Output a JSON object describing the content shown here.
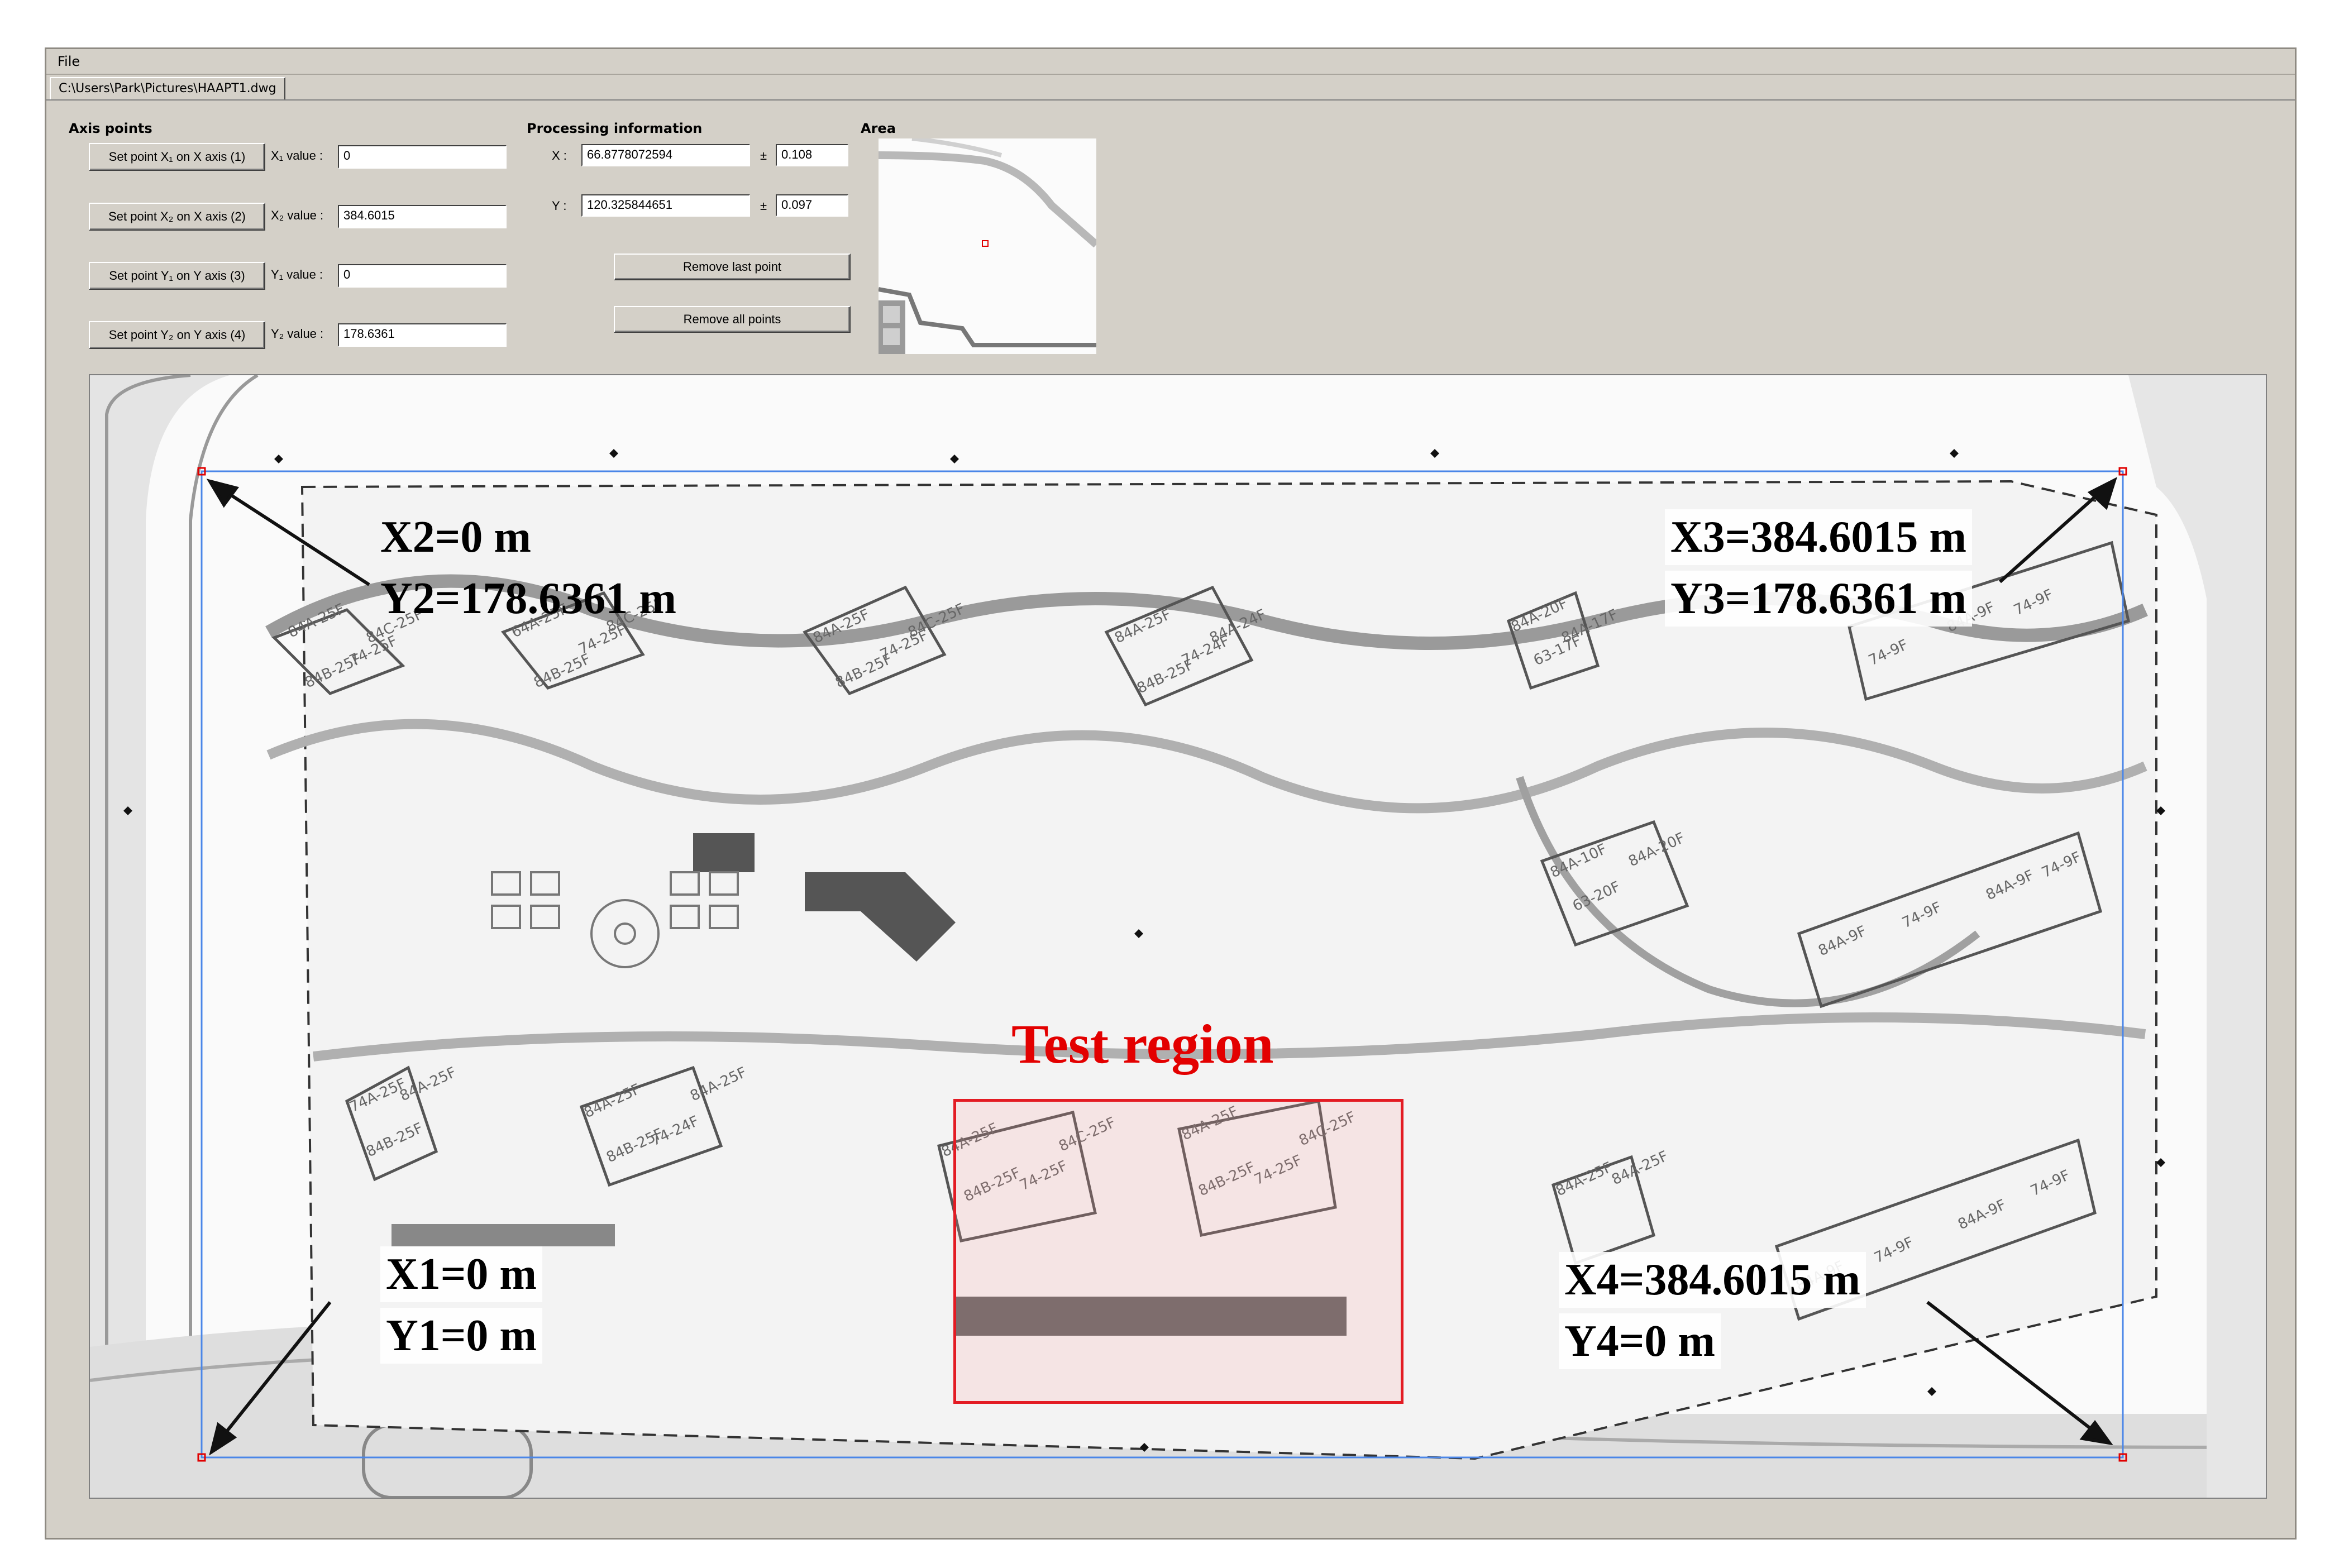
{
  "menubar": {
    "file_label": "File"
  },
  "document_tab": {
    "path": "C:\\Users\\Park\\Pictures\\HAAPT1.dwg"
  },
  "axis_points": {
    "title": "Axis points",
    "rows": [
      {
        "button": "Set point X₁ on X axis (1)",
        "label": "X₁ value :",
        "value": "0"
      },
      {
        "button": "Set point X₂ on X axis (2)",
        "label": "X₂ value :",
        "value": "384.6015"
      },
      {
        "button": "Set point Y₁ on Y axis (3)",
        "label": "Y₁ value :",
        "value": "0"
      },
      {
        "button": "Set point Y₂ on Y axis (4)",
        "label": "Y₂ value :",
        "value": "178.6361"
      }
    ]
  },
  "processing": {
    "title": "Processing information",
    "x_label": "X :",
    "x_value": "66.8778072594",
    "x_pm": "±",
    "x_err": "0.108",
    "y_label": "Y :",
    "y_value": "120.325844651",
    "y_pm": "±",
    "y_err": "0.097",
    "remove_last": "Remove last point",
    "remove_all": "Remove all points"
  },
  "area": {
    "title": "Area"
  },
  "annotations": {
    "top_left": [
      "X2=0 m",
      "Y2=178.6361 m"
    ],
    "top_right": [
      "X3=384.6015 m",
      "Y3=178.6361 m"
    ],
    "bottom_left": [
      "X1=0 m",
      "Y1=0 m"
    ],
    "bottom_right": [
      "X4=384.6015 m",
      "Y4=0 m"
    ],
    "test_region": "Test region"
  },
  "map_labels": {
    "buildings": [
      "84A-25F",
      "74-25F",
      "84B-25F",
      "84C-25F",
      "64A-25F",
      "74-25F",
      "84B-25F",
      "84C-25F",
      "84A-25F",
      "74-25F",
      "84B-25F",
      "84C-25F",
      "84A-25F",
      "74-24F",
      "84B-25F",
      "84A-24F",
      "84A-20F",
      "63-17F",
      "84A-17F",
      "74-9F",
      "84A-9F",
      "74-9F",
      "84A-10F",
      "63-20F",
      "84A-20F",
      "84A-9F",
      "74-9F",
      "84A-9F",
      "74-9F",
      "74A-25F",
      "84B-25F",
      "84A-25F",
      "84A-25F",
      "84B-25F",
      "74-24F",
      "84A-25F",
      "84A-25F",
      "84B-25F",
      "74-25F",
      "84C-25F",
      "84A-25F",
      "84B-25F",
      "74-25F",
      "84C-25F",
      "84A-25F",
      "84A-25F",
      "84A-9F",
      "74-9F",
      "84A-9F",
      "74-9F"
    ]
  },
  "colors": {
    "window_bg": "#d4d0c8",
    "annotation_red": "#e30000",
    "calibration_line": "#4a86e8",
    "building": "#555555"
  }
}
